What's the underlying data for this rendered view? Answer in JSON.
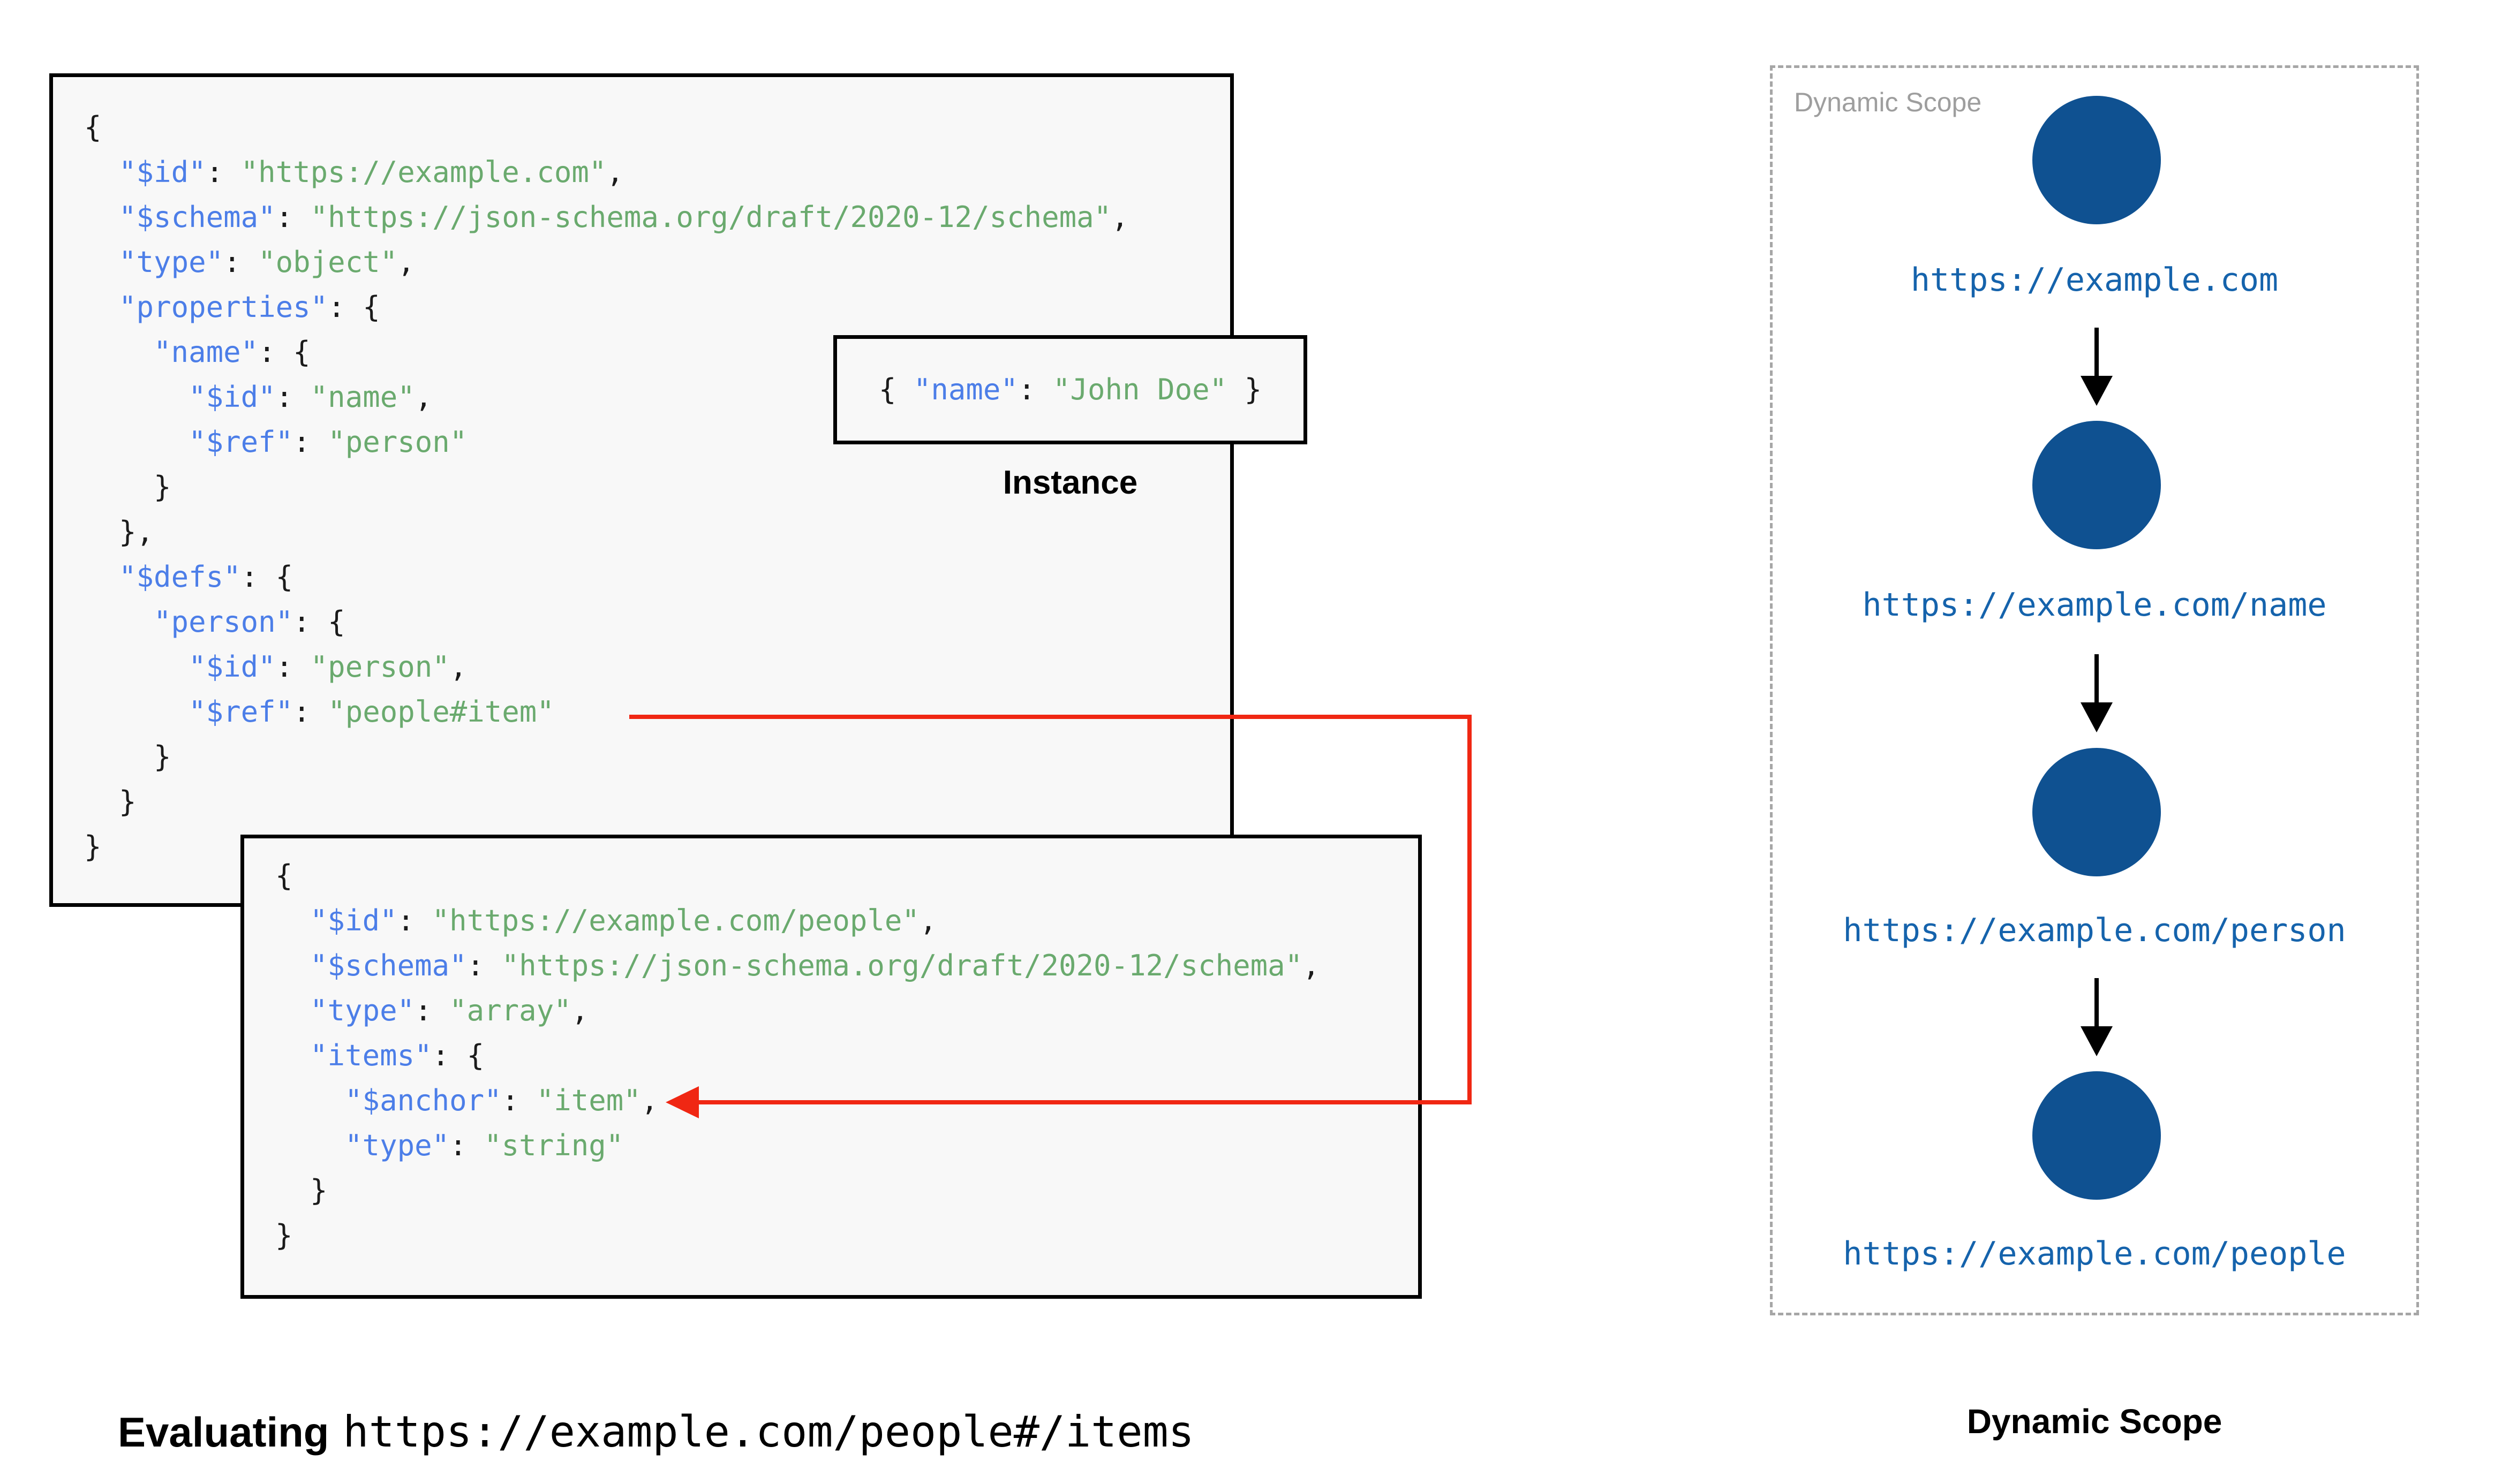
{
  "colors": {
    "key_blue": "#4c7ee8",
    "string_green": "#6aaa6e",
    "code_black": "#1b1b1b",
    "box_bg": "#f8f8f8",
    "box_border": "#000000",
    "red_arrow": "#f02713",
    "circle_blue": "#0f5191",
    "url_blue": "#1563ac",
    "dashed_gray": "#a6a6a6",
    "label_gray": "#9e9e9e"
  },
  "schema1": {
    "lines": [
      "{",
      "  \"$id\": \"https://example.com\",",
      "  \"$schema\": \"https://json-schema.org/draft/2020-12/schema\",",
      "  \"type\": \"object\",",
      "  \"properties\": {",
      "    \"name\": {",
      "      \"$id\": \"name\",",
      "      \"$ref\": \"person\"",
      "    }",
      "  },",
      "  \"$defs\": {",
      "    \"person\": {",
      "      \"$id\": \"person\",",
      "      \"$ref\": \"people#item\"",
      "    }",
      "  }",
      "}"
    ]
  },
  "schema2": {
    "lines": [
      "{",
      "  \"$id\": \"https://example.com/people\",",
      "  \"$schema\": \"https://json-schema.org/draft/2020-12/schema\",",
      "  \"type\": \"array\",",
      "  \"items\": {",
      "    \"$anchor\": \"item\",",
      "    \"type\": \"string\"",
      "  }",
      "}"
    ]
  },
  "instance": {
    "lines": [
      "{ \"name\": \"John Doe\" }"
    ],
    "label": "Instance"
  },
  "evaluating": {
    "prefix": "Evaluating",
    "uri": "https://example.com/people#/items"
  },
  "dynamic_scope": {
    "panel_label": "Dynamic Scope",
    "caption": "Dynamic Scope",
    "nodes": [
      {
        "uri": "https://example.com"
      },
      {
        "uri": "https://example.com/name"
      },
      {
        "uri": "https://example.com/person"
      },
      {
        "uri": "https://example.com/people"
      }
    ]
  }
}
